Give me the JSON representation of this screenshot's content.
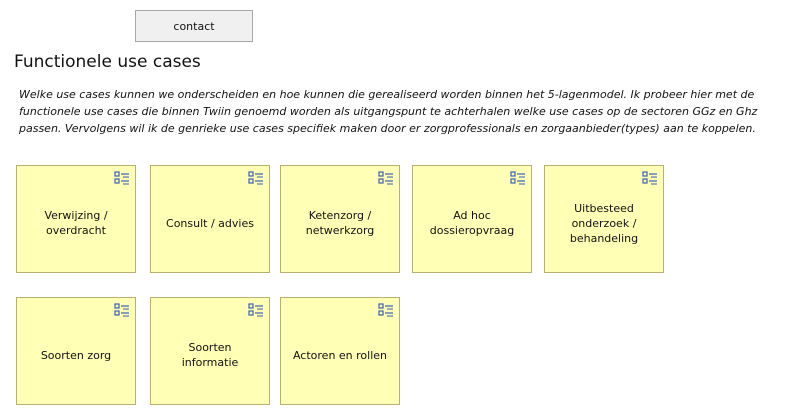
{
  "header": {
    "contact_label": "contact"
  },
  "page": {
    "title": "Functionele use cases",
    "description": "Welke use cases kunnen we onderscheiden en hoe kunnen die gerealiseerd worden binnen het 5-lagenmodel. Ik probeer hier met de functionele use cases die binnen Twiin genoemd worden als uitgangspunt te achterhalen welke use cases op de sectoren GGz en Ghz passen. Vervolgens wil ik de genrieke use cases specifiek maken door er zorgprofessionals en zorgaanbieder(types) aan te koppelen."
  },
  "colors": {
    "card_fill": "#ffffb5",
    "card_border": "#b7b06f",
    "icon_color": "#3a5fb5"
  },
  "use_cases": [
    {
      "label": "Verwijzing / overdracht",
      "icon": "element-icon"
    },
    {
      "label": "Consult / advies",
      "icon": "element-icon"
    },
    {
      "label": "Ketenzorg / netwerkzorg",
      "icon": "element-icon"
    },
    {
      "label": "Ad hoc dossieropvraag",
      "icon": "element-icon"
    },
    {
      "label": "Uitbesteed onderzoek / behandeling",
      "icon": "element-icon"
    },
    {
      "label": "Soorten zorg",
      "icon": "element-icon"
    },
    {
      "label": "Soorten informatie",
      "icon": "element-icon"
    },
    {
      "label": "Actoren en rollen",
      "icon": "element-icon"
    }
  ]
}
